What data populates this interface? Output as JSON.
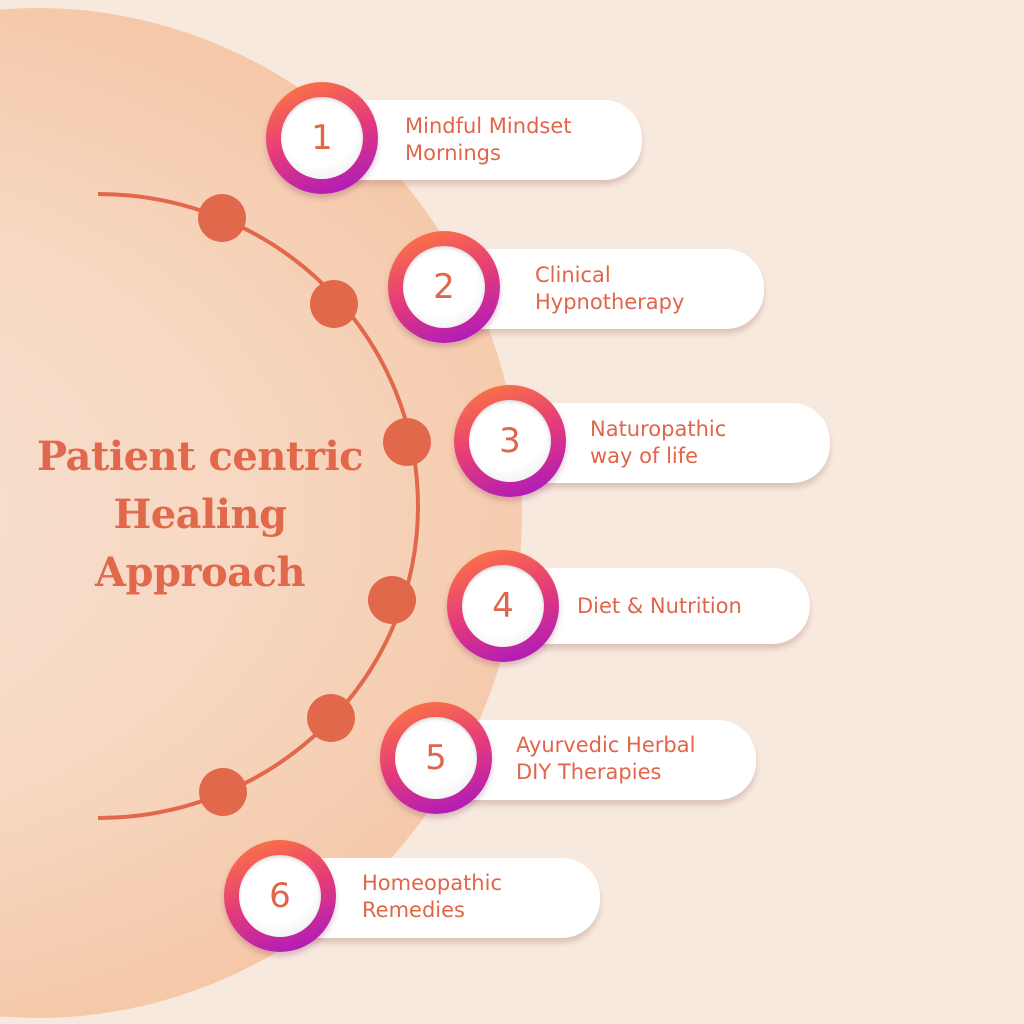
{
  "title": {
    "line1": "Patient centric",
    "line2": "Healing",
    "line3": "Approach"
  },
  "colors": {
    "accent": "#e2684c",
    "ring_start": "#ff7d3a",
    "ring_mid": "#e43a7a",
    "ring_end": "#a414c8",
    "background": "#f8e9df",
    "half_circle": "#f4c29f"
  },
  "steps": [
    {
      "number": "1",
      "line1": "Mindful Mindset",
      "line2": "Mornings"
    },
    {
      "number": "2",
      "line1": "Clinical",
      "line2": "Hypnotherapy"
    },
    {
      "number": "3",
      "line1": "Naturopathic",
      "line2": "way of life"
    },
    {
      "number": "4",
      "line1": "Diet & Nutrition",
      "line2": ""
    },
    {
      "number": "5",
      "line1": "Ayurvedic Herbal",
      "line2": "DIY Therapies"
    },
    {
      "number": "6",
      "line1": "Homeopathic",
      "line2": "Remedies"
    }
  ]
}
